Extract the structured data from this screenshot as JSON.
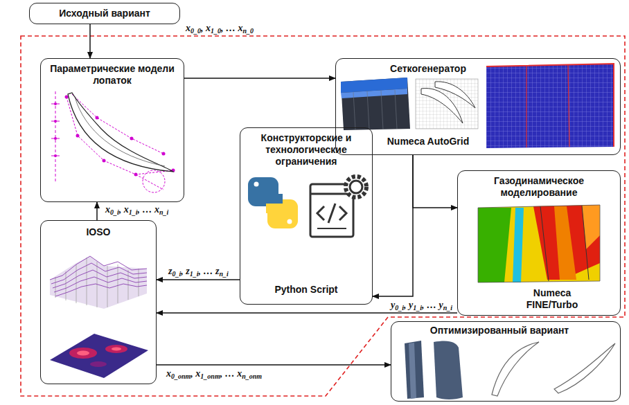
{
  "diagram": {
    "nodes": [
      {
        "text": [
          "Исходный вариант"
        ]
      },
      {
        "text": [
          "Параметрические модели лопаток"
        ]
      },
      {
        "text": [
          "Сеткогенератор",
          "Numeca AutoGrid"
        ]
      },
      {
        "text": [
          "Конструкторские и технологические ограничения",
          "Python Script"
        ]
      },
      {
        "text": [
          "Газодинамическое моделирование",
          "Numeca FINE/Turbo"
        ]
      },
      {
        "text": [
          "IOSO"
        ]
      },
      {
        "text": [
          "Оптимизированный вариант"
        ]
      }
    ],
    "edges": [
      {
        "from": 0,
        "to": 1,
        "arrow": "to",
        "label": "x0_0, x1_0, … xn_0"
      },
      {
        "from": 1,
        "to": 2,
        "arrow": "to"
      },
      {
        "from": 2,
        "to": 4,
        "arrow": "to"
      },
      {
        "from": 2,
        "to": 3,
        "arrow": "to"
      },
      {
        "from": 3,
        "to": 5,
        "arrow": "to",
        "label": "z0_i, z1_i, … zn_i"
      },
      {
        "from": 4,
        "to": 5,
        "arrow": "to",
        "label": "y0_i, y1_i, … yn_i"
      },
      {
        "from": 5,
        "to": 1,
        "arrow": "to",
        "label": "x0_i, x1_i, … xn_i"
      },
      {
        "from": 5,
        "to": 6,
        "arrow": "to",
        "label": "x0_опт, x1_опт, … xn_опт"
      }
    ]
  }
}
